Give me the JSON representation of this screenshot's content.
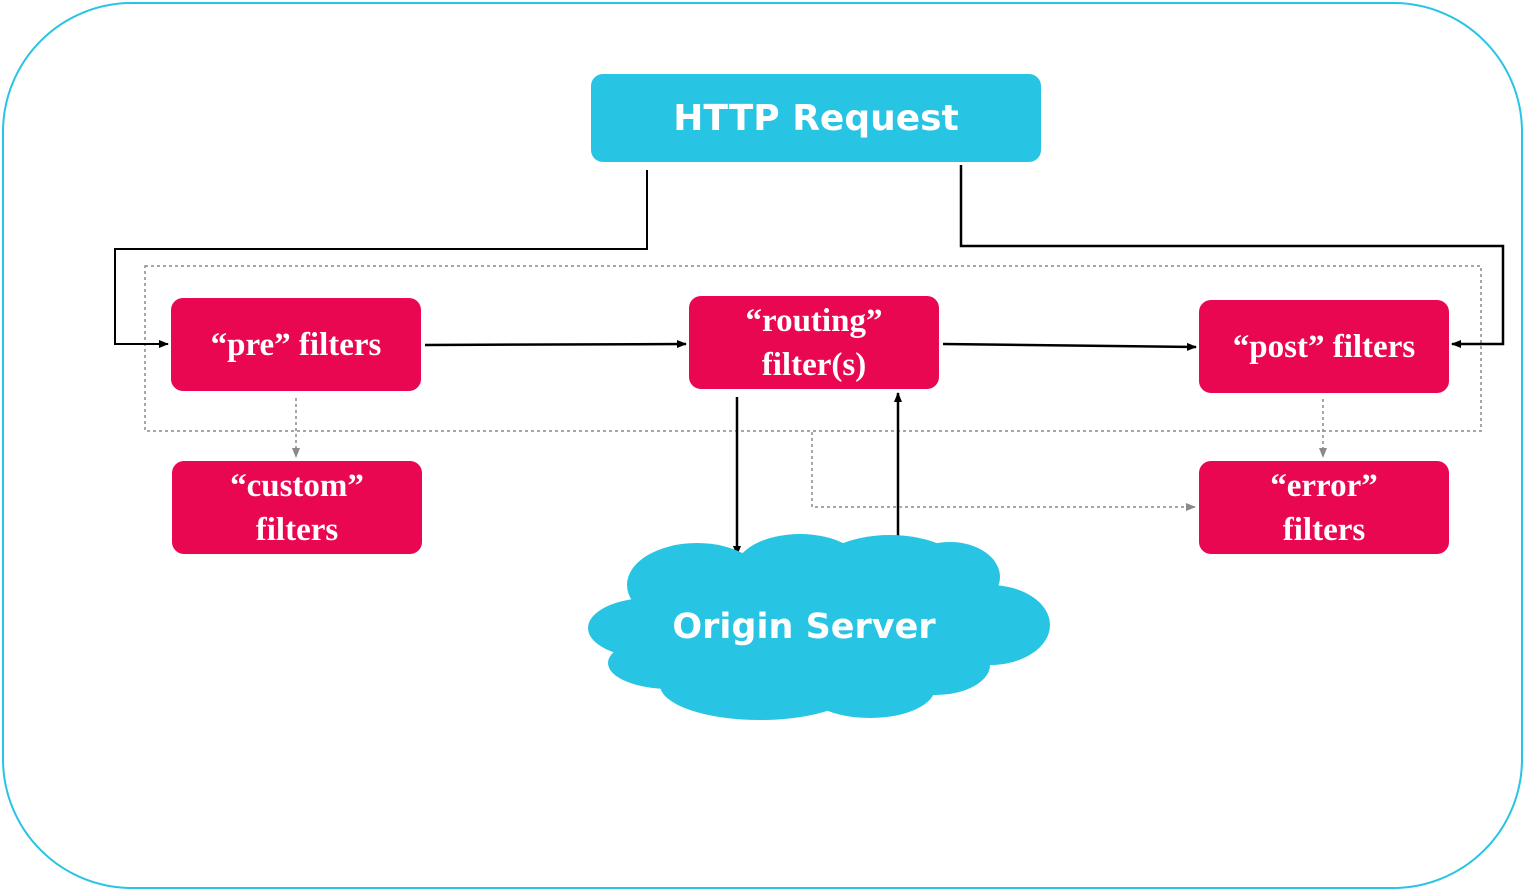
{
  "http_request": {
    "label": "HTTP Request"
  },
  "filters": {
    "pre": "“pre” filters",
    "routing_line1": "“routing”",
    "routing_line2": "filter(s)",
    "post": "“post” filters",
    "custom_line1": "“custom”",
    "custom_line2": "filters",
    "error_line1": "“error”",
    "error_line2": "filters"
  },
  "origin_server": {
    "label": "Origin Server"
  },
  "colors": {
    "accent_blue": "#27c4e3",
    "filter_red": "#e90752",
    "arrow": "#000000",
    "dashed": "#8a8a8a"
  }
}
